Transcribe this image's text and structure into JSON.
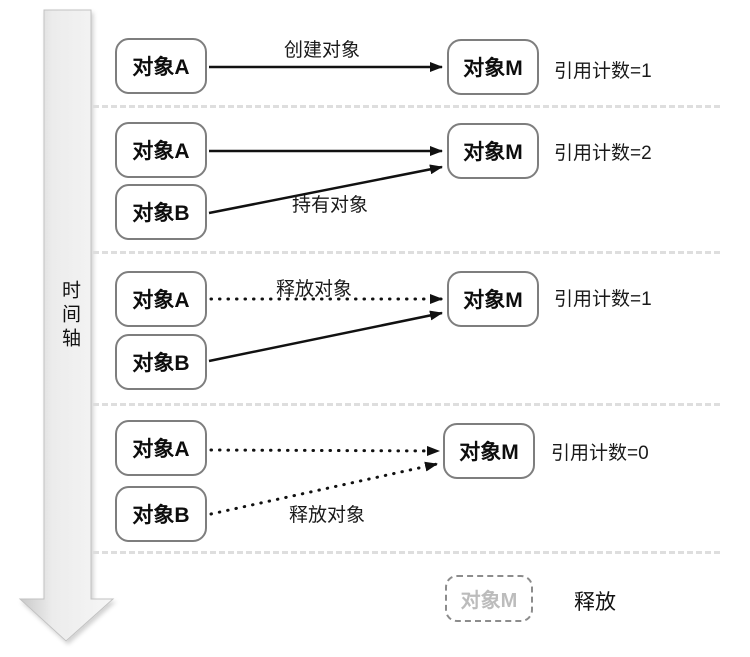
{
  "timeline": {
    "label": "时间轴"
  },
  "steps": [
    {
      "object_a": "对象A",
      "object_m": "对象M",
      "arrow_label": "创建对象",
      "ref_count": "引用计数=1"
    },
    {
      "object_a": "对象A",
      "object_b": "对象B",
      "object_m": "对象M",
      "arrow_label": "持有对象",
      "ref_count": "引用计数=2"
    },
    {
      "object_a": "对象A",
      "object_b": "对象B",
      "object_m": "对象M",
      "arrow_label": "释放对象",
      "ref_count": "引用计数=1"
    },
    {
      "object_a": "对象A",
      "object_b": "对象B",
      "object_m": "对象M",
      "arrow_label": "释放对象",
      "ref_count": "引用计数=0"
    },
    {
      "object_m": "对象M",
      "status_label": "释放"
    }
  ],
  "colors": {
    "box_border": "#7e7e7e",
    "arrow": "#111111",
    "separator": "#dedede",
    "timeline_fill_dark": "#cdcdcd",
    "timeline_fill_light": "#f6f6f6",
    "released_text": "#bcbcbc"
  }
}
